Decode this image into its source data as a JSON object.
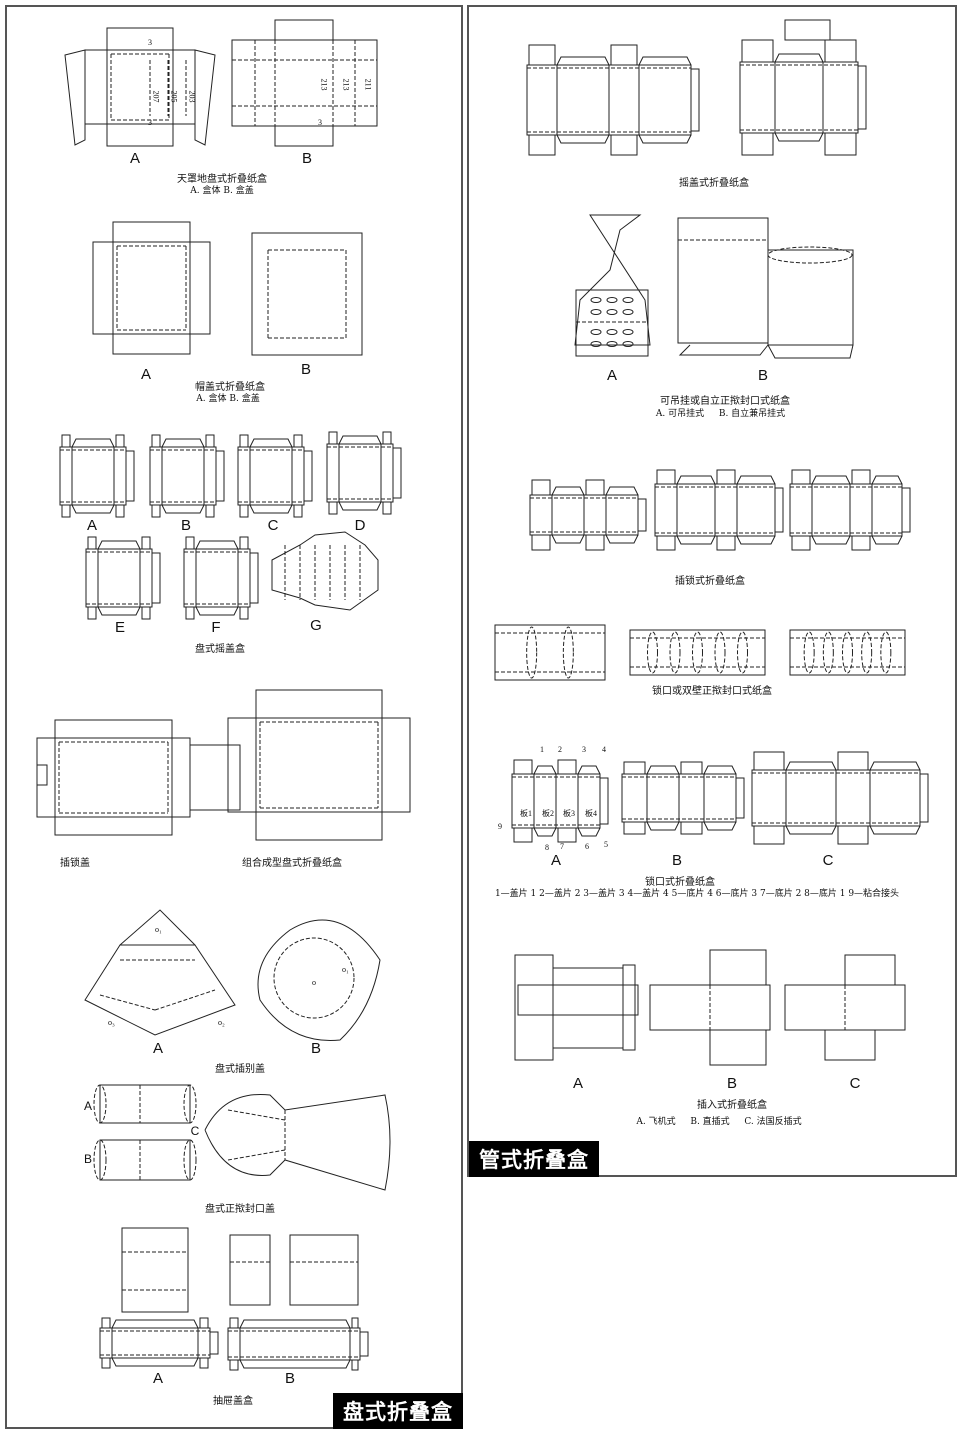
{
  "left": {
    "section_tag": "盘式折叠盒",
    "fig1": {
      "a": "A",
      "b": "B",
      "caption": "天罩地盘式折叠纸盒",
      "sub": "A. 盒体    B. 盒盖",
      "dims": [
        "3",
        "207",
        "205",
        "203",
        "3",
        "213",
        "213",
        "211",
        "3"
      ]
    },
    "fig2": {
      "a": "A",
      "b": "B",
      "caption": "帽盖式折叠纸盒",
      "sub": "A. 盒体    B. 盒盖"
    },
    "fig3": {
      "labels": [
        "A",
        "B",
        "C",
        "D",
        "E",
        "F",
        "G"
      ],
      "caption": "盘式摇盖盒"
    },
    "fig4": {
      "caption_a": "插锁盖",
      "caption_b": "组合成型盘式折叠纸盒"
    },
    "fig5": {
      "a": "A",
      "b": "B",
      "caption": "盘式插别盖",
      "marks": [
        "o₁",
        "o₃",
        "o₂",
        "o",
        "o₁"
      ]
    },
    "fig6": {
      "a": "A",
      "b": "B",
      "c": "C",
      "caption": "盘式正揿封口盖"
    },
    "fig7": {
      "a": "A",
      "b": "B",
      "caption": "抽屉盖盒"
    }
  },
  "right": {
    "section_tag": "管式折叠盒",
    "fig1": {
      "caption": "摇盖式折叠纸盒"
    },
    "fig2": {
      "a": "A",
      "b": "B",
      "caption": "可吊挂或自立正揿封口式纸盒",
      "sub_a": "A. 可吊挂式",
      "sub_b": "B. 自立兼吊挂式"
    },
    "fig3": {
      "caption": "插锁式折叠纸盒"
    },
    "fig4": {
      "caption": "锁口或双壁正揿封口式纸盒"
    },
    "fig5": {
      "a": "A",
      "b": "B",
      "c": "C",
      "caption": "锁口式折叠纸盒",
      "panels": [
        "板1",
        "板2",
        "板3",
        "板4"
      ],
      "numbers": [
        "1",
        "2",
        "3",
        "4",
        "5",
        "6",
        "7",
        "8",
        "9"
      ],
      "legend": "1—盖片 1   2—盖片 2   3—盖片 3   4—盖片 4   5—底片 4   6—底片 3   7—底片 2   8—底片 1   9—粘合接头"
    },
    "fig6": {
      "a": "A",
      "b": "B",
      "c": "C",
      "caption": "插入式折叠纸盒",
      "sub_a": "A. 飞机式",
      "sub_b": "B. 直插式",
      "sub_c": "C. 法国反插式"
    }
  },
  "colors": {
    "line": "#222222",
    "tag_bg": "#000000",
    "border": "#555555"
  }
}
